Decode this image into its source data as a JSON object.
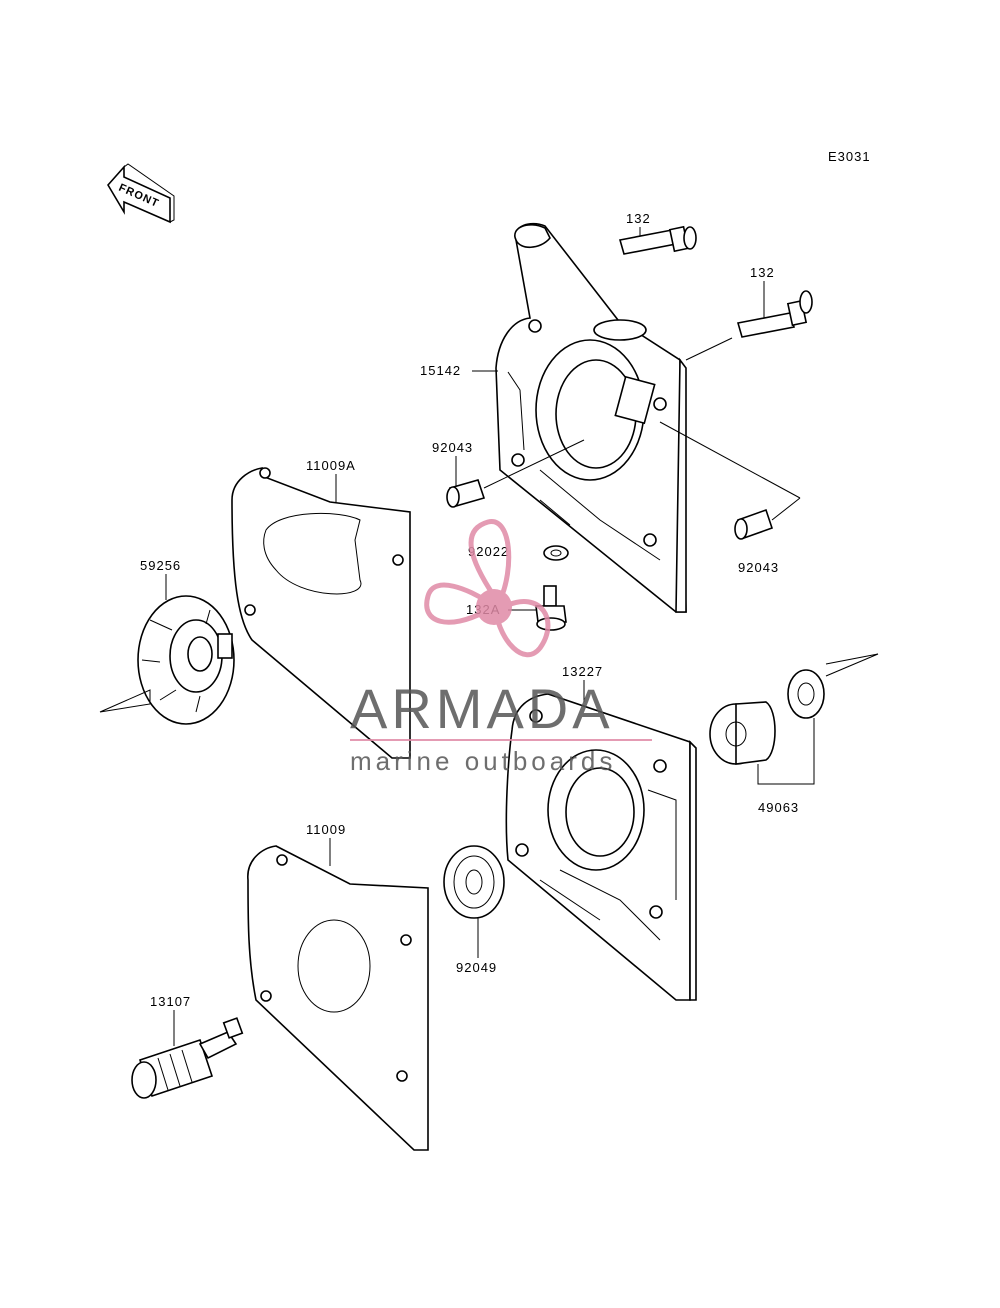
{
  "diagram_code": "E3031",
  "front_arrow_label": "FRONT",
  "parts": {
    "bolt_upper": "132",
    "bolt_lower": "132",
    "case_rear": "15142",
    "dowel_left": "92043",
    "dowel_right": "92043",
    "gasket_upper": "11009A",
    "washer": "92022",
    "bolt_small": "132A",
    "impeller": "59256",
    "cover_front": "13227",
    "bushing_set": "49063",
    "gasket_lower": "11009",
    "oil_seal": "92049",
    "drain_plug": "13107"
  },
  "watermark": {
    "brand": "ARMADA",
    "tagline": "marine outboards",
    "color": "#e08aa6"
  }
}
